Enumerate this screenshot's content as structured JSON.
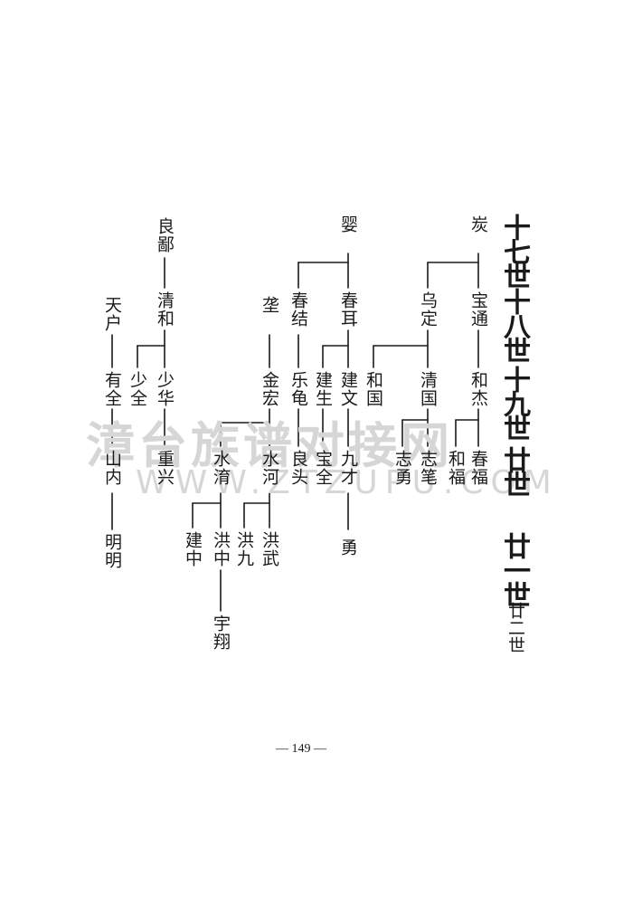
{
  "watermark": {
    "chinese": "漳台族谱对接网",
    "url": "WWW.ZTZUPU.COM"
  },
  "generations": [
    "十七世",
    "十八世",
    "十九世",
    "廿世",
    "廿一世",
    "廿二世"
  ],
  "tree": {
    "branch_a": {
      "root": "炭",
      "gen18": [
        "宝通",
        "乌定"
      ],
      "gen19": [
        "和杰",
        "清国",
        "和国"
      ],
      "gen20": [
        "春福",
        "和福",
        "志笔",
        "志勇"
      ]
    },
    "branch_b": {
      "root": "婴",
      "gen18": [
        "春耳",
        "春结"
      ],
      "gen19": [
        "建文",
        "建生",
        "乐龟"
      ],
      "gen20": [
        "九才",
        "宝全",
        "良头"
      ],
      "gen21": [
        "勇"
      ]
    },
    "branch_c": {
      "root": "垄",
      "gen19": [
        "金宏"
      ],
      "gen20": [
        "水河",
        "水淯"
      ],
      "gen21": [
        "洪武",
        "洪九",
        "洪中",
        "建中"
      ],
      "gen22": [
        "宇翔"
      ]
    },
    "branch_d": {
      "root": "良鄙",
      "gen18": [
        "清和"
      ],
      "gen19": [
        "少华",
        "少全"
      ],
      "gen20": [
        "重兴"
      ]
    },
    "branch_e": {
      "root": "天户",
      "gen19": [
        "有全"
      ],
      "gen20": [
        "山内"
      ],
      "gen21": [
        "明明"
      ]
    }
  },
  "page_number": "— 149 —"
}
